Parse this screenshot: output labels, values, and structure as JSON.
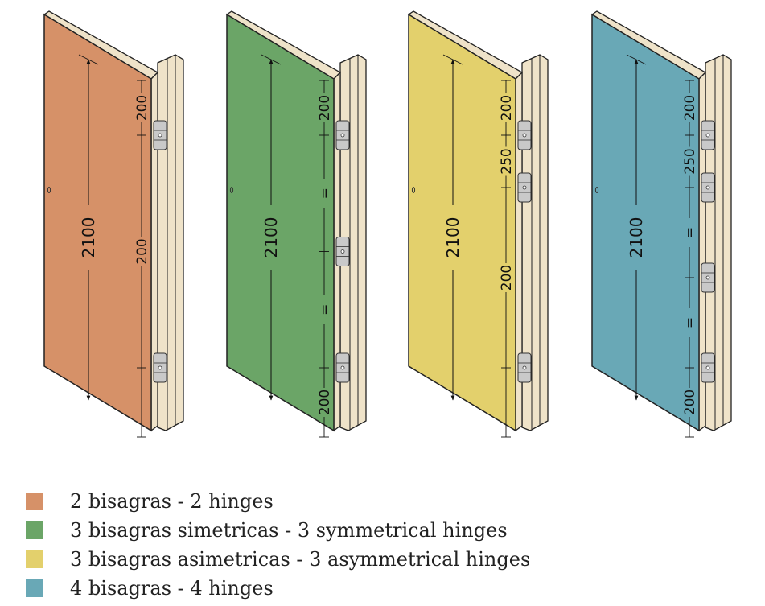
{
  "doors": [
    {
      "id": "door-2-hinges",
      "color": "#d69168",
      "height_label": "2100",
      "dimensions": [
        {
          "label": "200",
          "kind": "top"
        },
        {
          "label": "200",
          "kind": "bottom"
        }
      ],
      "hinges": 2
    },
    {
      "id": "door-3-symmetrical",
      "color": "#6ba567",
      "height_label": "2100",
      "dimensions": [
        {
          "label": "200",
          "kind": "top"
        },
        {
          "label": "=",
          "kind": "equal"
        },
        {
          "label": "=",
          "kind": "equal"
        },
        {
          "label": "200",
          "kind": "bottom"
        }
      ],
      "hinges": 3
    },
    {
      "id": "door-3-asymmetrical",
      "color": "#e3d06c",
      "height_label": "2100",
      "dimensions": [
        {
          "label": "200",
          "kind": "top"
        },
        {
          "label": "250",
          "kind": "second"
        },
        {
          "label": "200",
          "kind": "bottom"
        }
      ],
      "hinges": 3
    },
    {
      "id": "door-4-hinges",
      "color": "#69a8b6",
      "height_label": "2100",
      "dimensions": [
        {
          "label": "200",
          "kind": "top"
        },
        {
          "label": "250",
          "kind": "second"
        },
        {
          "label": "=",
          "kind": "equal"
        },
        {
          "label": "=",
          "kind": "equal"
        },
        {
          "label": "200",
          "kind": "bottom"
        }
      ],
      "hinges": 4
    }
  ],
  "legend": [
    {
      "color": "#d69168",
      "label": "2 bisagras - 2 hinges"
    },
    {
      "color": "#6ba567",
      "label": "3 bisagras simetricas - 3 symmetrical hinges"
    },
    {
      "color": "#e3d06c",
      "label": "3 bisagras asimetricas - 3 asymmetrical hinges"
    },
    {
      "color": "#69a8b6",
      "label": "4 bisagras - 4 hinges"
    }
  ],
  "colors": {
    "frame": "#efe3c9",
    "frame_stroke": "#222222",
    "hinge": "#c9c9c9"
  }
}
